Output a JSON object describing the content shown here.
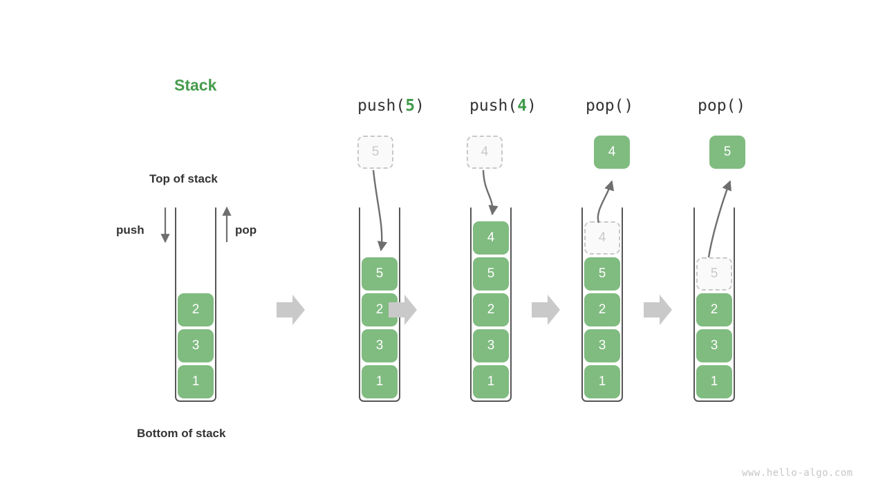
{
  "diagram": {
    "title": "Stack",
    "title_color": "#469b4d",
    "top_label": "Top of stack",
    "bottom_label": "Bottom of stack",
    "push_label": "push",
    "pop_label": "pop",
    "watermark": "www.hello-algo.com",
    "element_color": "#80bb80",
    "ghost_color": "#c9c9c9",
    "separator_icon": "right-arrow-icon"
  },
  "stages": [
    {
      "id": "initial",
      "header": "",
      "header_prefix": "",
      "header_arg": "",
      "header_suffix": "",
      "elements": [
        "2",
        "3",
        "1"
      ],
      "incoming": null,
      "outgoing": null,
      "ghost_index": -1
    },
    {
      "id": "push-5",
      "header": "push(5)",
      "header_prefix": "push(",
      "header_arg": "5",
      "header_suffix": ")",
      "elements": [
        "5",
        "2",
        "3",
        "1"
      ],
      "incoming": "5",
      "outgoing": null,
      "ghost_index": -1
    },
    {
      "id": "push-4",
      "header": "push(4)",
      "header_prefix": "push(",
      "header_arg": "4",
      "header_suffix": ")",
      "elements": [
        "4",
        "5",
        "2",
        "3",
        "1"
      ],
      "incoming": "4",
      "outgoing": null,
      "ghost_index": -1
    },
    {
      "id": "pop-1",
      "header": "pop()",
      "header_prefix": "pop(",
      "header_arg": "",
      "header_suffix": ")",
      "elements": [
        "4",
        "5",
        "2",
        "3",
        "1"
      ],
      "incoming": null,
      "outgoing": "4",
      "ghost_index": 0
    },
    {
      "id": "pop-2",
      "header": "pop()",
      "header_prefix": "pop(",
      "header_arg": "",
      "header_suffix": ")",
      "elements": [
        "5",
        "2",
        "3",
        "1"
      ],
      "incoming": null,
      "outgoing": "5",
      "ghost_index": 0
    }
  ]
}
